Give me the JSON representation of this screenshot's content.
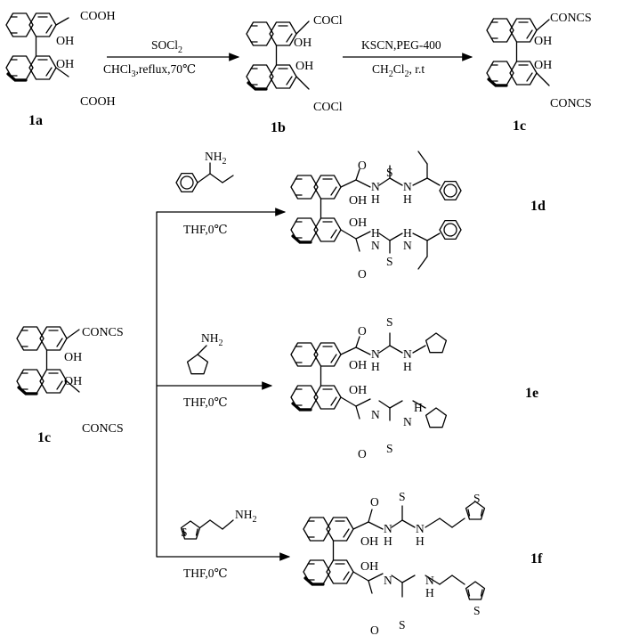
{
  "compounds": {
    "c1a": "1a",
    "c1b": "1b",
    "c1c_top": "1c",
    "c1c_mid": "1c",
    "c1d": "1d",
    "c1e": "1e",
    "c1f": "1f"
  },
  "groups": {
    "cooh": "COOH",
    "oh": "OH",
    "cocl": "COCl",
    "concs": "CONCS",
    "o": "O",
    "s": "S",
    "n_h": "N",
    "h": "H",
    "nh": "NH",
    "sub_2": "2"
  },
  "reagents": {
    "step1_above_main": "SOCl",
    "step1_above_sub": "2",
    "step1_below_a": "CHCl",
    "step1_below_sub": "3",
    "step1_below_b": ",reflux,70℃",
    "step2_above": "KSCN,PEG-400",
    "step2_below_a": "CH",
    "step2_below_sub1": "2",
    "step2_below_b": "Cl",
    "step2_below_sub2": "2",
    "step2_below_c": ", r.t",
    "cond_1d": "THF,0℃",
    "cond_1e": "THF,0℃",
    "cond_1f": "THF,0℃"
  },
  "amines": {
    "amine1_nh": "NH",
    "amine1_sub": "2",
    "amine2_nh": "NH",
    "amine2_sub": "2",
    "amine3_nh": "NH",
    "amine3_sub": "2",
    "amine3_s": "S"
  }
}
